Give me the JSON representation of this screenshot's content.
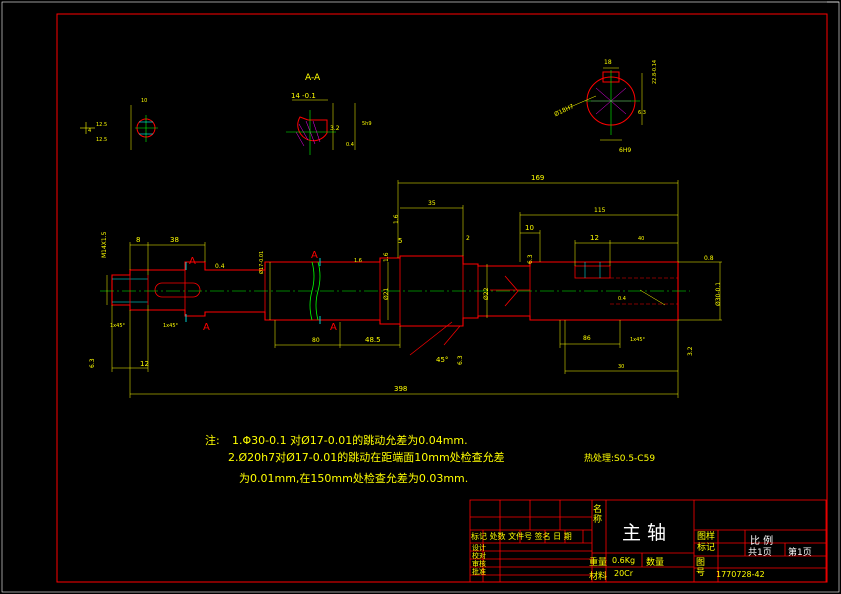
{
  "colors": {
    "background": "#000000",
    "frame": "#ff0000",
    "part": "#ff0000",
    "dimension": "#ffff00",
    "centerline": "#00ff00",
    "annotation": "#00ffff",
    "hatch": "#ff00ff"
  },
  "title_block": {
    "part_name": "主 轴",
    "label_name": "名称",
    "mass_label": "重量",
    "mass_value": "0.6Kg",
    "qty_label": "数量",
    "material_label": "材料",
    "material_value": "20Cr",
    "drawing_no_label": "图号",
    "drawing_no_value": "1770728-42",
    "stage_label": "图样标记",
    "scale_label": "比 例",
    "sheets_total": "共1页",
    "sheet_index": "第1页",
    "revision_header": "标记 处数 文件号 签名 日 期",
    "role_design": "设计",
    "role_check": "校对",
    "role_review": "审核",
    "role_approve": "批准"
  },
  "notes": {
    "prefix": "注:",
    "line1": "1.Φ30-0.1 对Ø17-0.01的跳动允差为0.04mm.",
    "line2": "2.Ø20h7对Ø17-0.01的跳动在距端面10mm处检查允差",
    "line3": "为0.01mm,在150mm处检查允差为0.03mm.",
    "heat": "热处理:S0.5-C59"
  },
  "views": {
    "section_aa_title": "A-A",
    "section_marker": "A",
    "section_marker_lower": "A"
  },
  "dims": {
    "total_length": "398",
    "len_169": "169",
    "len_115": "115",
    "len_35": "35",
    "len_38": "38",
    "len_8": "8",
    "len_12": "12",
    "len_10": "10",
    "len_40": "40",
    "len_80": "80",
    "len_48_5": "48.5",
    "len_86": "86",
    "len_30": "30",
    "len_5": "5",
    "len_2": "2",
    "len_1_6": "1.6",
    "len_0_4": "0.4",
    "len_0_8": "0.8",
    "len_3_2": "3.2",
    "len_6_3": "6.3",
    "len_4": "4",
    "thread": "M14X1.5",
    "dia_17": "Ø17-0.01",
    "dia_21": "Ø21",
    "dia_22": "Ø22",
    "dia_30": "Ø30-0.1",
    "chamfer_1x45": "1x45°",
    "chamfer_1x45b": "1x45°",
    "angle_45": "45°",
    "aa_width": "14 -0.1",
    "aa_depth": "3.2",
    "aa_small": "0.4",
    "aa_ra": "5h9",
    "left_sec_w": "12.5",
    "left_sec_h": "10",
    "left_sec_b": "12.5",
    "right_sec_top": "18",
    "right_sec_side": "22.8-0.14",
    "right_sec_dia": "Ø18H7",
    "right_sec_key": "6H9",
    "right_sec_r": "6.3"
  }
}
